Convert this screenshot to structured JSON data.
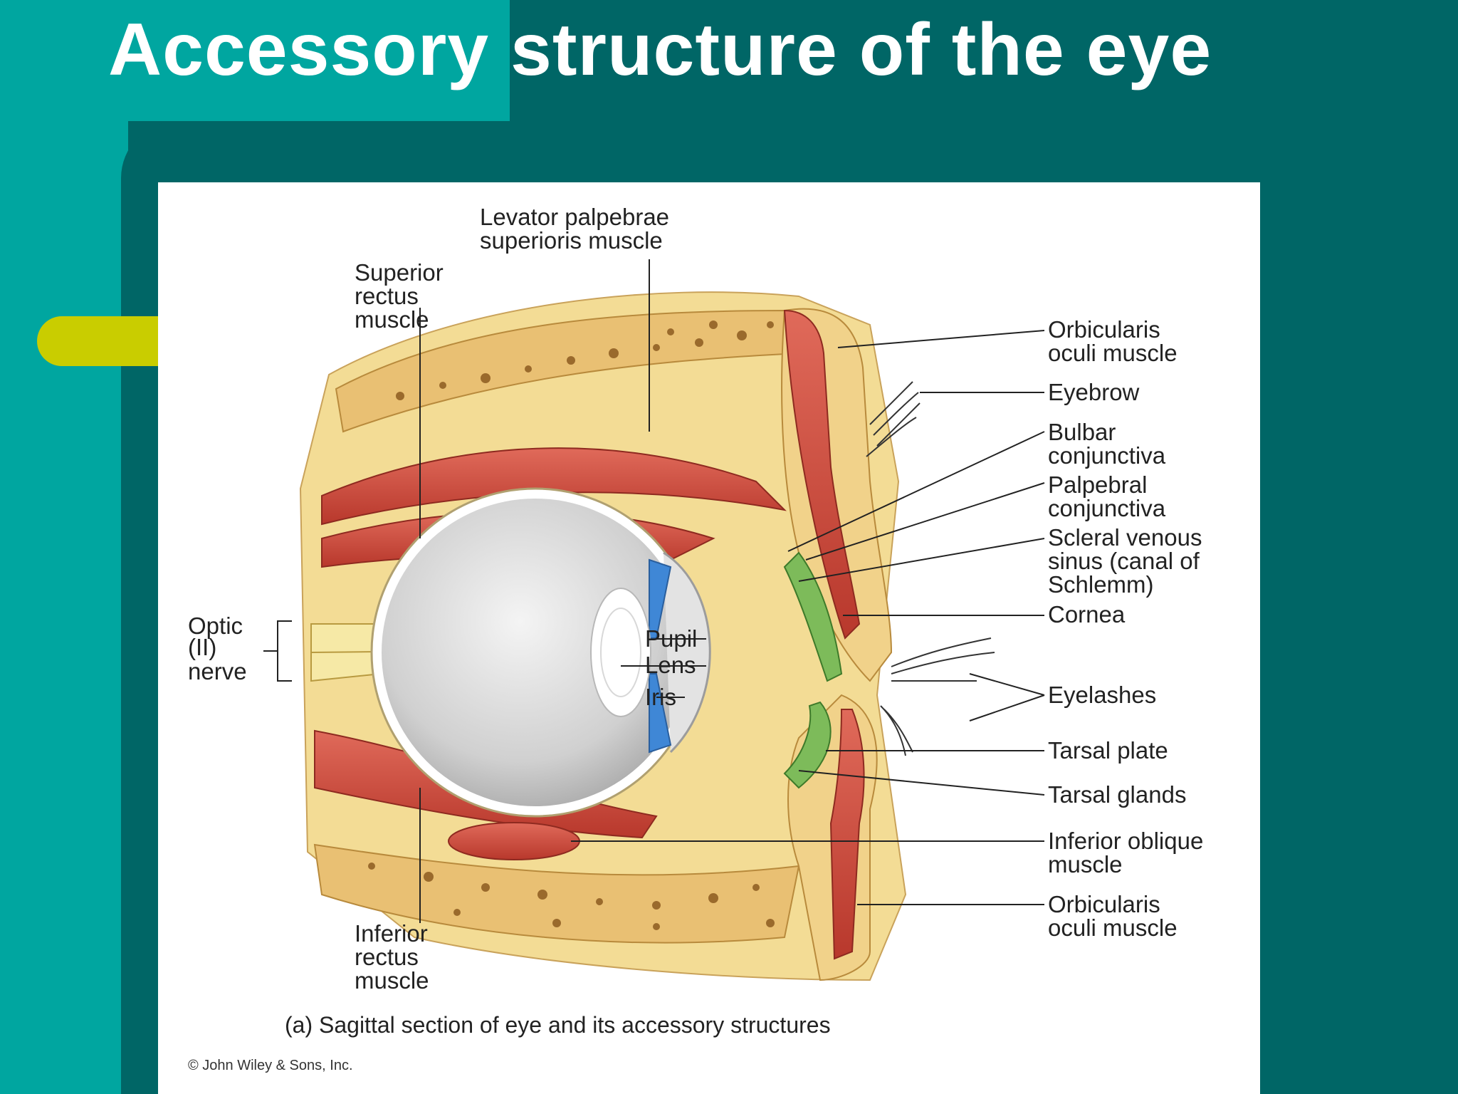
{
  "slide": {
    "title": "Accessory structure of the eye"
  },
  "figure": {
    "labels": {
      "levator": [
        "Levator palpebrae",
        "superioris muscle"
      ],
      "superior_rectus": [
        "Superior",
        "rectus",
        "muscle"
      ],
      "optic_nerve": [
        "Optic",
        "(II)",
        "nerve"
      ],
      "inferior_rectus": [
        "Inferior",
        "rectus",
        "muscle"
      ],
      "pupil": "Pupil",
      "lens": "Lens",
      "iris": "Iris",
      "orbicularis_upper": [
        "Orbicularis",
        "oculi muscle"
      ],
      "eyebrow": "Eyebrow",
      "bulbar": [
        "Bulbar",
        "conjunctiva"
      ],
      "palpebral": [
        "Palpebral",
        "conjunctiva"
      ],
      "scleral": [
        "Scleral venous",
        "sinus (canal of",
        "Schlemm)"
      ],
      "cornea": "Cornea",
      "eyelashes": "Eyelashes",
      "tarsal_plate": "Tarsal plate",
      "tarsal_glands": "Tarsal glands",
      "inferior_oblique": [
        "Inferior oblique",
        "muscle"
      ],
      "orbicularis_lower": [
        "Orbicularis",
        "oculi muscle"
      ]
    },
    "caption": "(a) Sagittal section of eye and its accessory structures",
    "copyright": "© John Wiley & Sons, Inc."
  },
  "colors": {
    "teal_light": "#00a6a0",
    "teal_dark": "#006666",
    "accent": "#c9cd00",
    "muscle": "#cf4a3c",
    "fat": "#f3dc95",
    "bone": "#e9c073",
    "iris": "#3f87d6",
    "gland": "#6aa84f"
  }
}
